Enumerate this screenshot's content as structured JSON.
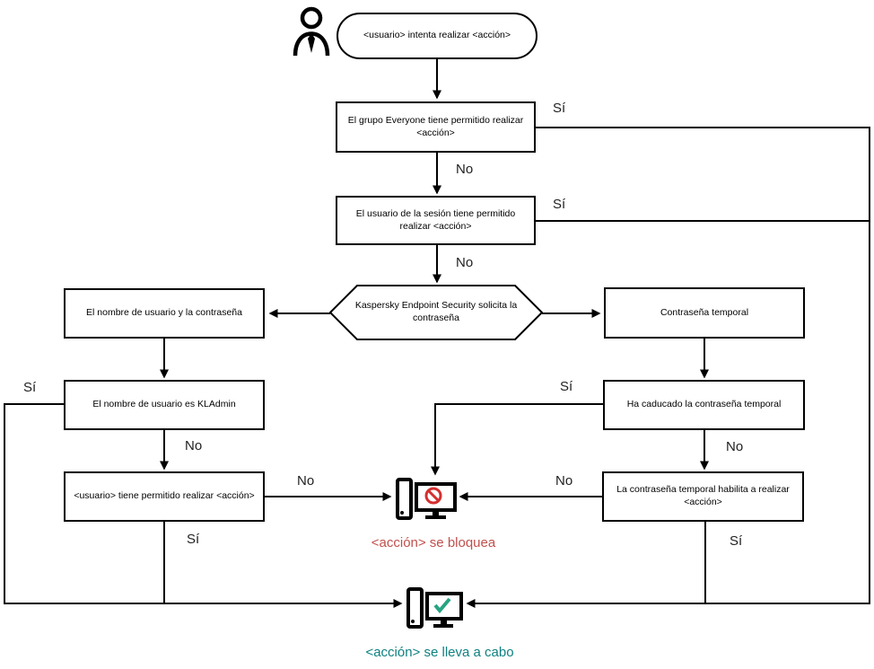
{
  "diagram": {
    "nodes": {
      "start": "<usuario> intenta realizar <acción>",
      "everyone": "El grupo Everyone tiene permitido realizar <acción>",
      "session_user": "El usuario de la sesión tiene permitido realizar <acción>",
      "password_prompt": "Kaspersky Endpoint Security solicita la contraseña",
      "credentials": "El nombre de usuario y la contraseña",
      "temp_password": "Contraseña temporal",
      "kladmin": "El nombre de usuario es KLAdmin",
      "user_allowed": "<usuario> tiene permitido realizar <acción>",
      "temp_expired": "Ha caducado la contraseña temporal",
      "temp_allows": "La contraseña temporal habilita a realizar <acción>"
    },
    "labels": {
      "everyone_yes": "Sí",
      "everyone_no": "No",
      "session_yes": "Sí",
      "session_no": "No",
      "kladmin_yes": "Sí",
      "kladmin_no": "No",
      "user_allowed_no": "No",
      "user_allowed_yes": "Sí",
      "temp_expired_yes": "Sí",
      "temp_expired_no": "No",
      "temp_allows_no": "No",
      "temp_allows_yes": "Sí"
    },
    "outcomes": {
      "blocked": "<acción> se bloquea",
      "done": "<acción> se lleva a cabo"
    },
    "icons": {
      "actor": "user-icon",
      "blocked": "computer-blocked-icon",
      "done": "computer-check-icon"
    },
    "colors": {
      "line": "#000000",
      "blocked_text": "#c0504d",
      "done_text": "#0f8080",
      "prohibition": "#d42f2f",
      "check": "#27a482"
    }
  }
}
